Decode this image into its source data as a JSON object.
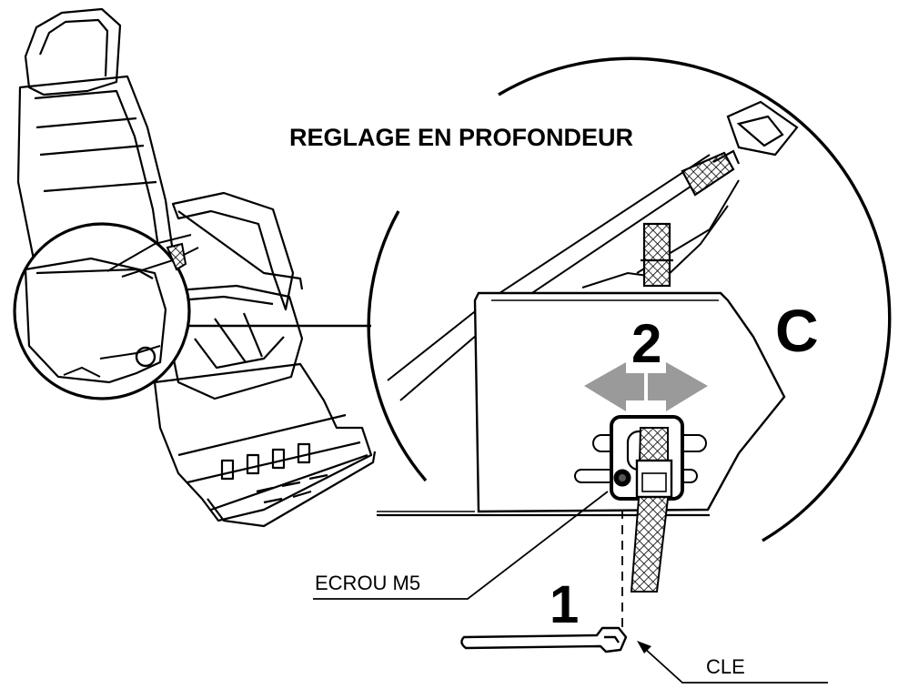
{
  "title": "REGLAGE EN PROFONDEUR",
  "detail_letter": "C",
  "step_1": "1",
  "step_2": "2",
  "callouts": {
    "nut": "ECROU M5",
    "wrench": "CLE"
  },
  "colors": {
    "line": "#000000",
    "arrow": "#9a9a9a",
    "background": "#ffffff"
  }
}
